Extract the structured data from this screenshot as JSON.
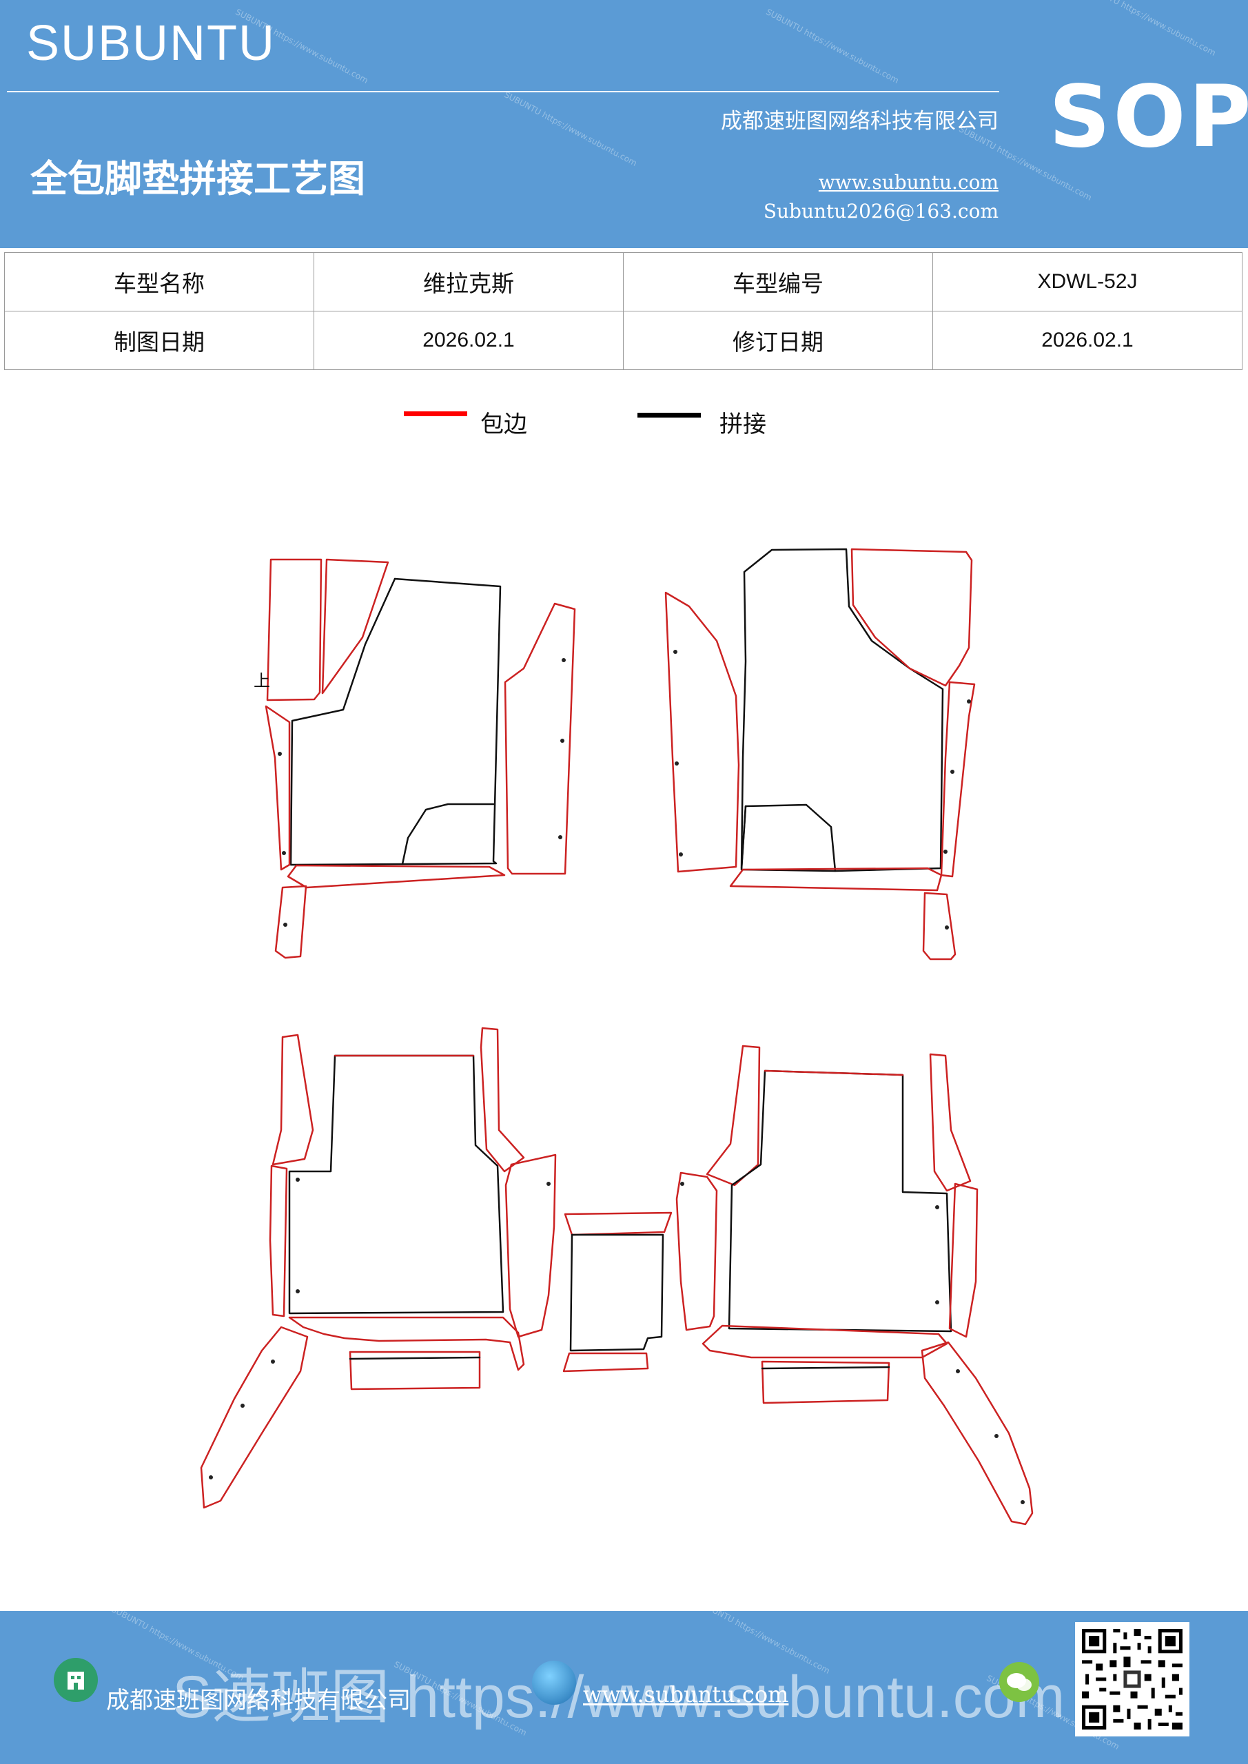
{
  "header": {
    "brand": "SUBUNTU",
    "company": "成都速班图网络科技有限公司",
    "title": "全包脚垫拼接工艺图",
    "website": "www.subuntu.com",
    "email": "Subuntu2026@163.com",
    "badge": "SOP",
    "background_color": "#5b9bd5"
  },
  "info_table": {
    "rows": [
      {
        "label1": "车型名称",
        "value1": "维拉克斯",
        "label2": "车型编号",
        "value2": "XDWL-52J"
      },
      {
        "label1": "制图日期",
        "value1": "2026.02.1",
        "label2": "修订日期",
        "value2": "2026.02.1"
      }
    ]
  },
  "legend": {
    "items": [
      {
        "label": "包边",
        "color": "#ff0000"
      },
      {
        "label": "拼接",
        "color": "#000000"
      }
    ]
  },
  "diagram": {
    "mark_label": "上",
    "edge_color": "#cc2222",
    "seam_color": "#111111"
  },
  "footer": {
    "company": "成都速班图网络科技有限公司",
    "website": "www.subuntu.com",
    "overlay_text": "S速班图 https://www.subuntu.com",
    "icons": [
      "building-icon",
      "globe-icon",
      "wechat-icon",
      "qr-code"
    ]
  }
}
